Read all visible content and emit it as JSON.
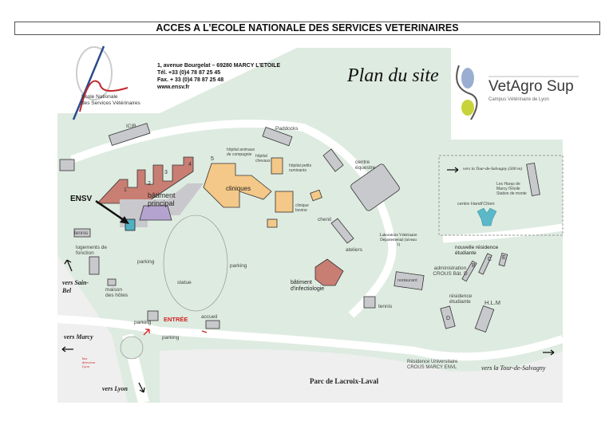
{
  "header": {
    "title": "ACCES A L’ECOLE NATIONALE DES SERVICES VETERINAIRES"
  },
  "contact": {
    "address": "1, avenue Bourgelat – 69280 MARCY L’ETOILE",
    "phone": "Tél. +33 (0)4 78 87 25 45",
    "fax": "Fax. + 33 (0)4 78 87 25 48",
    "web": "www.ensv.fr"
  },
  "logos": {
    "ensv_line1": "Ecole Nationale",
    "ensv_line2": "des Services Vétérinaires",
    "vetagro": "VetAgro Sup",
    "vetagro_sub": "Campus Vétérinaire de Lyon"
  },
  "map": {
    "title": "Plan du site",
    "labels": {
      "icib": "ICIB",
      "paddocks": "Paddocks",
      "hopital_animaux": "hôpital animaux de compagnie",
      "hopital_chevaux": "hôpital chevaux",
      "hopital_ruminants": "hôpital petits ruminants",
      "centre_equestre": "centre équestre",
      "batiment_principal": "bâtiment principal",
      "ensv": "ENSV",
      "cliniques": "cliniques",
      "clinique_bovine": "clinique bovine",
      "tennis1": "tennis",
      "logements": "logements de fonction",
      "parking1": "parking",
      "parking2": "parking",
      "statue": "statue",
      "maison": "maison des hôtes",
      "chenil": "chenil",
      "ateliers": "ateliers",
      "laboratoire": "Laboratoire Vétérinaire Départemental (niveau 1)",
      "infectiologie": "bâtiment d'infectiologie",
      "restaurant": "restaurant",
      "tennis2": "tennis",
      "admin_crous": "administration CROUS Bât. D",
      "nouvelle_residence": "nouvelle résidence étudiante",
      "residence": "résidence étudiante",
      "hlm": "H.L.M",
      "residence_univ": "Résidence Universitaire CROUS MARCY ENVL",
      "tour_salvagny_500": "vers la Tour-de-Salvagny (500 m)",
      "haras": "Les Haras de Marcy l'Étoile Station de monte",
      "handichien": "centre Handi'Chien",
      "tour_salvagny": "vers la Tour-de-Salvagny",
      "parc": "Parc de Lacroix-Laval",
      "sain_bel": "vers Sain-Bel",
      "marcy": "vers Marcy",
      "bus": "bus direction Lyon",
      "lyon": "vers Lyon",
      "entree": "ENTRÉE",
      "accueil": "accueil",
      "parking3": "parking",
      "parking4": "parking",
      "b": "B",
      "c": "C",
      "e": "E",
      "d": "D",
      "n1": "1",
      "n2": "2",
      "n3": "3",
      "n4": "4",
      "n5": "5"
    }
  }
}
